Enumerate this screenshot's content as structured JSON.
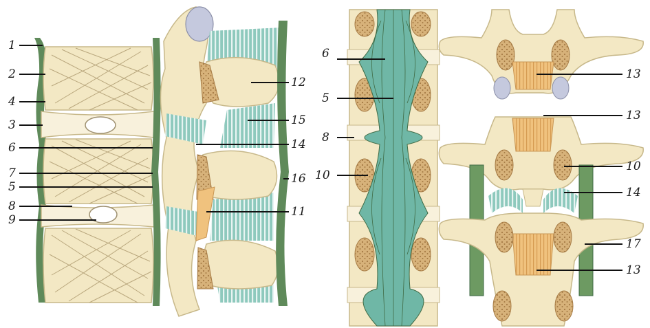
{
  "colors": {
    "background": "#ffffff",
    "bone": "#f3e8c4",
    "bone_edge": "#c7b88a",
    "disc": "#f8f1dc",
    "disc_fibres": "#b9a77d",
    "ligament_green": "#5f8a5a",
    "ligament_dark": "#3f6a44",
    "interspinous_teal": "#8ec9bd",
    "flavum_teal": "#6fb7a6",
    "cancellous": "#d7b27a",
    "cancellous_dot": "#a57a44",
    "cartilage": "#c5c9de",
    "posterior_ligament_orange": "#f0c27e"
  },
  "panels": {
    "left": {
      "labels": [
        {
          "id": "1",
          "text": "1"
        },
        {
          "id": "2",
          "text": "2"
        },
        {
          "id": "4",
          "text": "4"
        },
        {
          "id": "3",
          "text": "3"
        },
        {
          "id": "6",
          "text": "6"
        },
        {
          "id": "7",
          "text": "7"
        },
        {
          "id": "5",
          "text": "5"
        },
        {
          "id": "8",
          "text": "8"
        },
        {
          "id": "9",
          "text": "9"
        },
        {
          "id": "12",
          "text": "12"
        },
        {
          "id": "15",
          "text": "15"
        },
        {
          "id": "14",
          "text": "14"
        },
        {
          "id": "16",
          "text": "16"
        },
        {
          "id": "11",
          "text": "11"
        }
      ]
    },
    "middle": {
      "labels": [
        {
          "id": "6",
          "text": "6"
        },
        {
          "id": "5",
          "text": "5"
        },
        {
          "id": "8",
          "text": "8"
        },
        {
          "id": "10",
          "text": "10"
        }
      ]
    },
    "right": {
      "labels": [
        {
          "id": "13a",
          "text": "13"
        },
        {
          "id": "13b",
          "text": "13"
        },
        {
          "id": "10",
          "text": "10"
        },
        {
          "id": "14",
          "text": "14"
        },
        {
          "id": "17",
          "text": "17"
        },
        {
          "id": "13c",
          "text": "13"
        }
      ]
    }
  }
}
